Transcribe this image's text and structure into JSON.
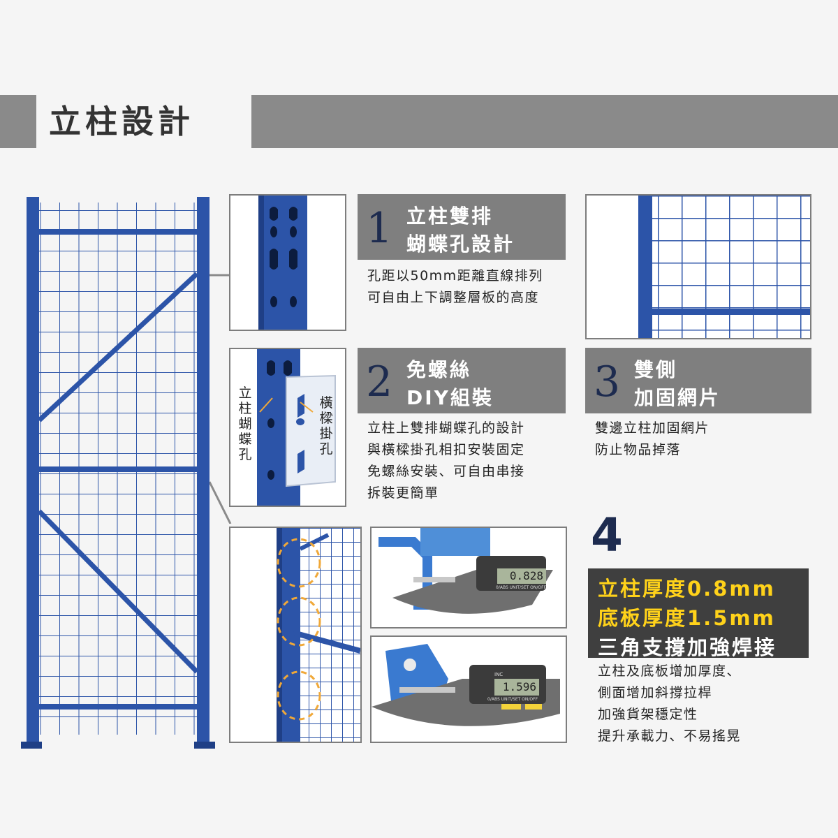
{
  "header": {
    "title": "立柱設計"
  },
  "features": [
    {
      "number": "1",
      "title_lines": [
        "立柱雙排",
        "蝴蝶孔設計"
      ],
      "desc": [
        "孔距以50mm距離直線排列",
        "可自由上下調整層板的高度"
      ]
    },
    {
      "number": "2",
      "title_lines": [
        "免螺絲",
        "DIY組裝"
      ],
      "desc": [
        "立柱上雙排蝴蝶孔的設計",
        "與橫樑掛孔相扣安裝固定",
        "免螺絲安裝、可自由串接",
        "拆裝更簡單"
      ]
    },
    {
      "number": "3",
      "title_lines": [
        "雙側",
        "加固網片"
      ],
      "desc": [
        "雙邊立柱加固網片",
        "防止物品掉落"
      ]
    },
    {
      "number": "4",
      "highlight": [
        "立柱厚度0.8mm",
        "底板厚度1.5mm"
      ],
      "highlight2": "三角支撐加強焊接",
      "desc": [
        "立柱及底板增加厚度、",
        "側面增加斜撐拉桿",
        "加強貨架穩定性",
        "提升承載力、不易搖晃"
      ]
    }
  ],
  "callouts": {
    "left": "立柱蝴蝶孔",
    "right": "橫樑掛孔"
  },
  "meters": [
    {
      "reading": "0.828",
      "buttons": "0/ABS UNIT/SET ON/OFF"
    },
    {
      "reading": "1.596",
      "buttons": "0/ABS UNIT/SET ON/OFF",
      "tag": "INC"
    }
  ],
  "colors": {
    "steel_blue": "#2c54a8",
    "header_gray": "#8a8a8a",
    "box_gray": "#7f7f7f",
    "number_navy": "#1d2b4f",
    "highlight_yellow": "#ffd21a",
    "dark_box": "#3f3f3f",
    "dash_orange": "#f0a838"
  }
}
